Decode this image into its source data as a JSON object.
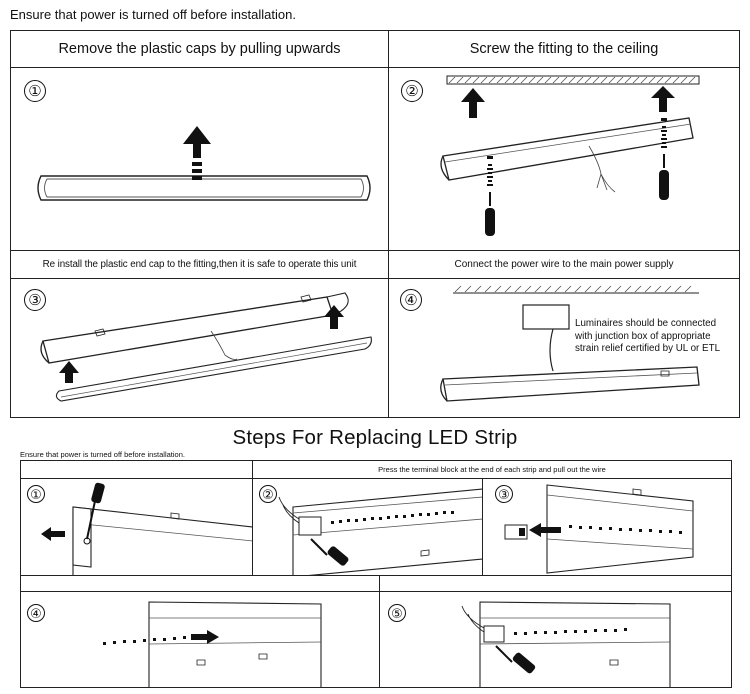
{
  "top_note": "Ensure that power is turned off before installation.",
  "panel1": {
    "header": "Remove the plastic caps by pulling upwards",
    "number": "①"
  },
  "panel2": {
    "header": "Screw the fitting to the ceiling",
    "number": "②"
  },
  "panel3": {
    "header": "Re install the plastic end cap to the fitting,then it is safe to operate this unit",
    "number": "③"
  },
  "panel4": {
    "header": "Connect the power wire to the main power supply",
    "number": "④",
    "note_lines": [
      "Luminaires should be connected",
      "with junction box of appropriate",
      "strain relief certified by UL or ETL"
    ]
  },
  "section2": {
    "title": "Steps For Replacing LED Strip",
    "note": "Ensure that power is turned off before installation.",
    "instruction": "Press the terminal block at the end of each strip and pull out the wire",
    "steps": [
      {
        "number": "①"
      },
      {
        "number": "②"
      },
      {
        "number": "③"
      },
      {
        "number": "④"
      },
      {
        "number": "⑤"
      }
    ]
  },
  "colors": {
    "line": "#222222",
    "fill": "#ffffff",
    "arrow": "#111111"
  }
}
